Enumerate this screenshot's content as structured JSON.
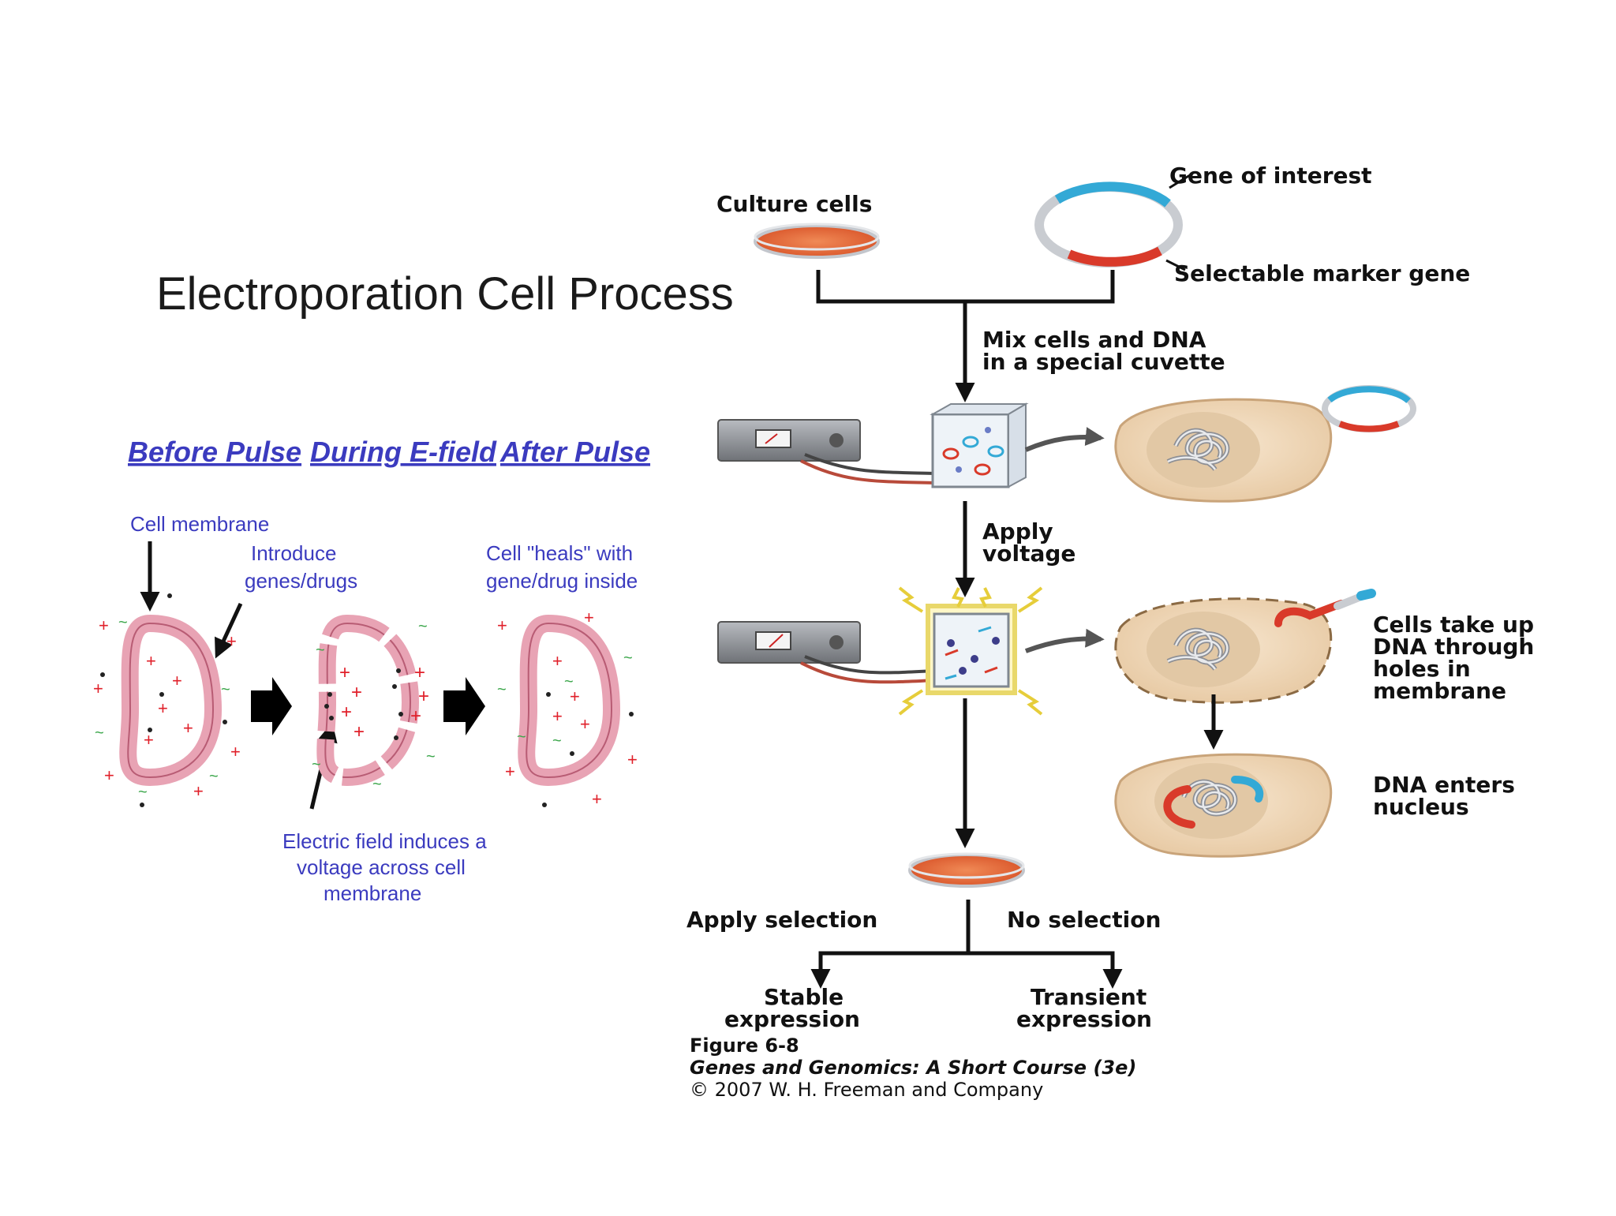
{
  "left_panel": {
    "title": "Electroporation Cell Process",
    "phases": {
      "before": "Before Pulse",
      "during": "During E-field",
      "after": "After Pulse"
    },
    "labels": {
      "cell_membrane": "Cell membrane",
      "introduce_line1": "Introduce",
      "introduce_line2": "genes/drugs",
      "heals_line1": "Cell \"heals\" with",
      "heals_line2": "gene/drug inside",
      "efield_line1": "Electric field induces a",
      "efield_line2": "voltage across cell",
      "efield_line3": "membrane"
    },
    "colors": {
      "membrane": "#e8a3b4",
      "label_blue": "#3b3bbf",
      "plus_red": "#e0202a",
      "dash_green": "#3aa64a"
    }
  },
  "right_panel": {
    "labels": {
      "culture_cells": "Culture cells",
      "gene_of_interest": "Gene of interest",
      "selectable_marker": "Selectable marker gene",
      "mix_line1": "Mix cells and DNA",
      "mix_line2": "in a special cuvette",
      "apply_line1": "Apply",
      "apply_line2": "voltage",
      "take_up_line1": "Cells take up",
      "take_up_line2": "DNA through",
      "take_up_line3": "holes in",
      "take_up_line4": "membrane",
      "enters_line1": "DNA enters",
      "enters_line2": "nucleus",
      "apply_selection": "Apply selection",
      "no_selection": "No selection",
      "stable_line1": "Stable",
      "stable_line2": "expression",
      "transient_line1": "Transient",
      "transient_line2": "expression"
    },
    "caption": {
      "figure": "Figure 6-8",
      "book": "Genes and Genomics: A Short Course (3e)",
      "copyright": "© 2007 W. H. Freeman and Company"
    },
    "colors": {
      "gene_blue": "#33a9d6",
      "marker_red": "#d93a2a",
      "dish_orange": "#e86a3a",
      "cell_tan": "#f1d9bb",
      "machine_gray": "#8a8d92"
    }
  }
}
